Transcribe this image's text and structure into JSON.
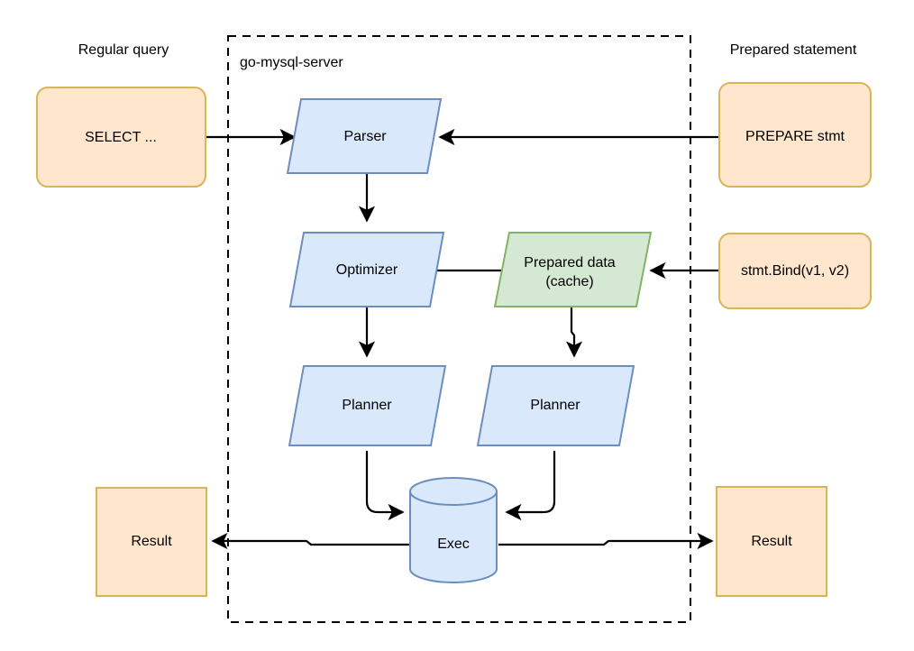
{
  "diagram": {
    "title_region_left_caption": "Regular query",
    "title_region_right_caption": "Prepared statement",
    "container_label": "go-mysql-server",
    "colors": {
      "blue_fill": "#dae8fc",
      "blue_stroke": "#6c8ebf",
      "orange_fill": "#ffe6cc",
      "orange_stroke": "#d6b656",
      "green_fill": "#d5e8d4",
      "green_stroke": "#82b366",
      "edge_stroke": "#000000",
      "container_stroke": "#000000",
      "background": "#ffffff"
    },
    "nodes": [
      {
        "id": "select",
        "label": "SELECT ...",
        "shape": "rounded-rect",
        "style": "orange"
      },
      {
        "id": "prepare",
        "label": "PREPARE stmt",
        "shape": "rounded-rect",
        "style": "orange"
      },
      {
        "id": "bind",
        "label": "stmt.Bind(v1, v2)",
        "shape": "rounded-rect",
        "style": "orange"
      },
      {
        "id": "parser",
        "label": "Parser",
        "shape": "parallelogram",
        "style": "blue"
      },
      {
        "id": "optimizer",
        "label": "Optimizer",
        "shape": "parallelogram",
        "style": "blue"
      },
      {
        "id": "prepared-data",
        "label_line1": "Prepared data",
        "label_line2": "(cache)",
        "shape": "parallelogram",
        "style": "green"
      },
      {
        "id": "planner-left",
        "label": "Planner",
        "shape": "parallelogram",
        "style": "blue"
      },
      {
        "id": "planner-right",
        "label": "Planner",
        "shape": "parallelogram",
        "style": "blue"
      },
      {
        "id": "exec",
        "label": "Exec",
        "shape": "cylinder",
        "style": "blue"
      },
      {
        "id": "result-left",
        "label": "Result",
        "shape": "rect",
        "style": "orange"
      },
      {
        "id": "result-right",
        "label": "Result",
        "shape": "rect",
        "style": "orange"
      }
    ],
    "edges": [
      {
        "from": "select",
        "to": "parser"
      },
      {
        "from": "prepare",
        "to": "parser"
      },
      {
        "from": "parser",
        "to": "optimizer"
      },
      {
        "from": "optimizer",
        "to": "prepared-data"
      },
      {
        "from": "optimizer",
        "to": "planner-left"
      },
      {
        "from": "bind",
        "to": "prepared-data"
      },
      {
        "from": "prepared-data",
        "to": "planner-right"
      },
      {
        "from": "planner-left",
        "to": "exec"
      },
      {
        "from": "planner-right",
        "to": "exec"
      },
      {
        "from": "exec",
        "to": "result-left"
      },
      {
        "from": "exec",
        "to": "result-right"
      }
    ]
  }
}
